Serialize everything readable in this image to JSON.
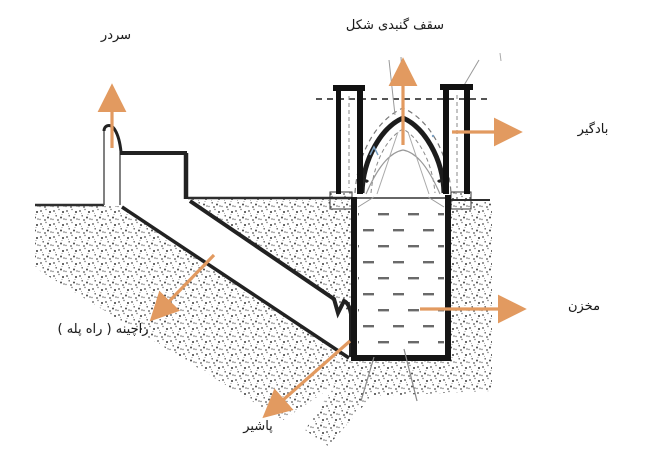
{
  "labels": {
    "sardar": "سردر",
    "dome_roof": "سقف گنبدی شکل",
    "badgir": "بادگیر",
    "makhzan": "مخزن",
    "stairway": "راچینه ( راه پله )",
    "pashir": "پاشیر"
  },
  "colors": {
    "arrow": "#E29A60",
    "line": "#1c1c1c",
    "annotation_blue": "#7a9fc0"
  }
}
